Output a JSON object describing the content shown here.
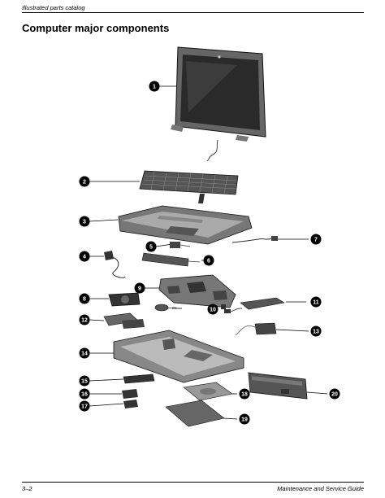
{
  "header": {
    "text": "Illustrated parts catalog"
  },
  "page_title": "Computer major components",
  "footer": {
    "left": "3–2",
    "right": "Maintenance and Service Guide"
  },
  "callouts": [
    "1",
    "2",
    "3",
    "4",
    "5",
    "6",
    "7",
    "8",
    "9",
    "10",
    "11",
    "12",
    "13",
    "14",
    "15",
    "16",
    "17",
    "18",
    "19",
    "20"
  ]
}
